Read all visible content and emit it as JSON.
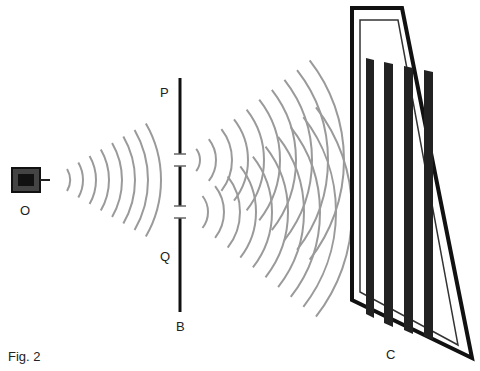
{
  "diagram": {
    "caption": "Fig. 2",
    "labels": [
      "O",
      "P",
      "Q",
      "B",
      "C"
    ]
  }
}
